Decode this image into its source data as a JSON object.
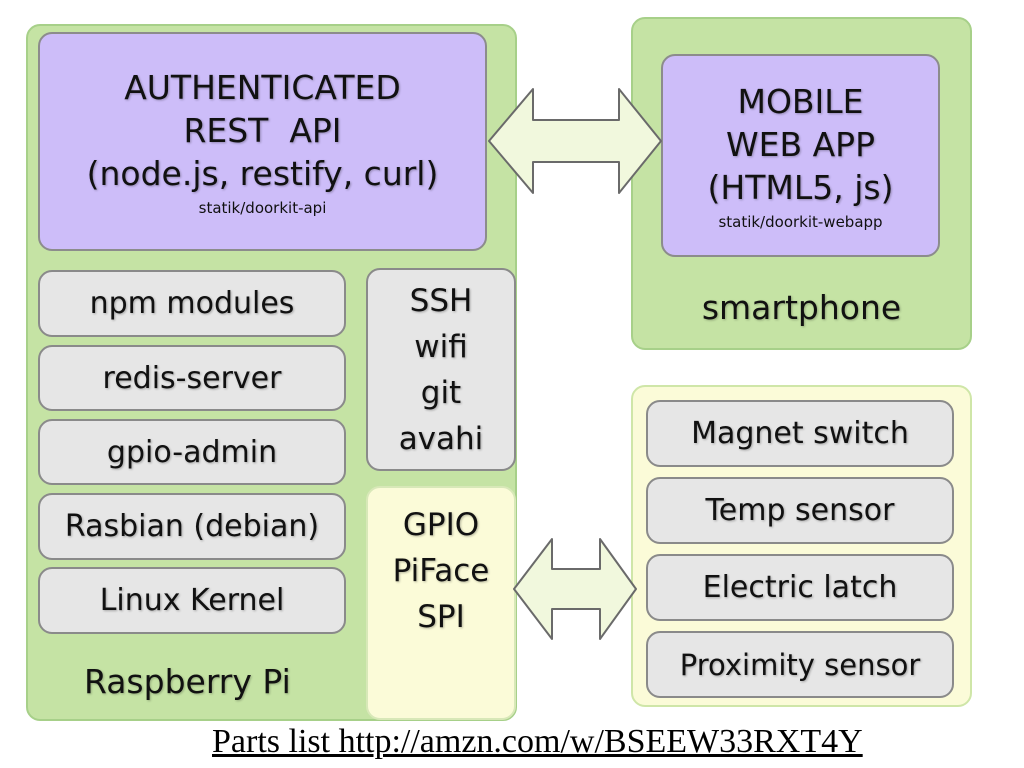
{
  "raspberry_pi": {
    "label": "Raspberry Pi",
    "api": {
      "lines": [
        "AUTHENTICATED",
        "REST  API",
        "(node.js, restify, curl)"
      ],
      "repo": "statik/doorkit-api"
    },
    "stack": [
      "npm modules",
      "redis-server",
      "gpio-admin",
      "Rasbian (debian)",
      "Linux Kernel"
    ],
    "services": [
      "SSH",
      "wifi",
      "git",
      "avahi"
    ],
    "gpio": [
      "GPIO",
      "PiFace",
      "SPI"
    ]
  },
  "smartphone": {
    "label": "smartphone",
    "app": {
      "lines": [
        "MOBILE",
        "WEB APP",
        "(HTML5, js)"
      ],
      "repo": "statik/doorkit-webapp"
    }
  },
  "hardware": {
    "items": [
      "Magnet switch",
      "Temp sensor",
      "Electric latch",
      "Proximity sensor"
    ]
  },
  "footer": {
    "text": "Parts list http://amzn.com/w/BSEEW33RXT4Y"
  },
  "colors": {
    "panel_green": "#c5e3a4",
    "panel_yellow": "#fbfbd8",
    "box_purple": "#cdbdf9",
    "box_gray": "#e6e6e6",
    "arrow_fill": "#f1f8dd"
  }
}
